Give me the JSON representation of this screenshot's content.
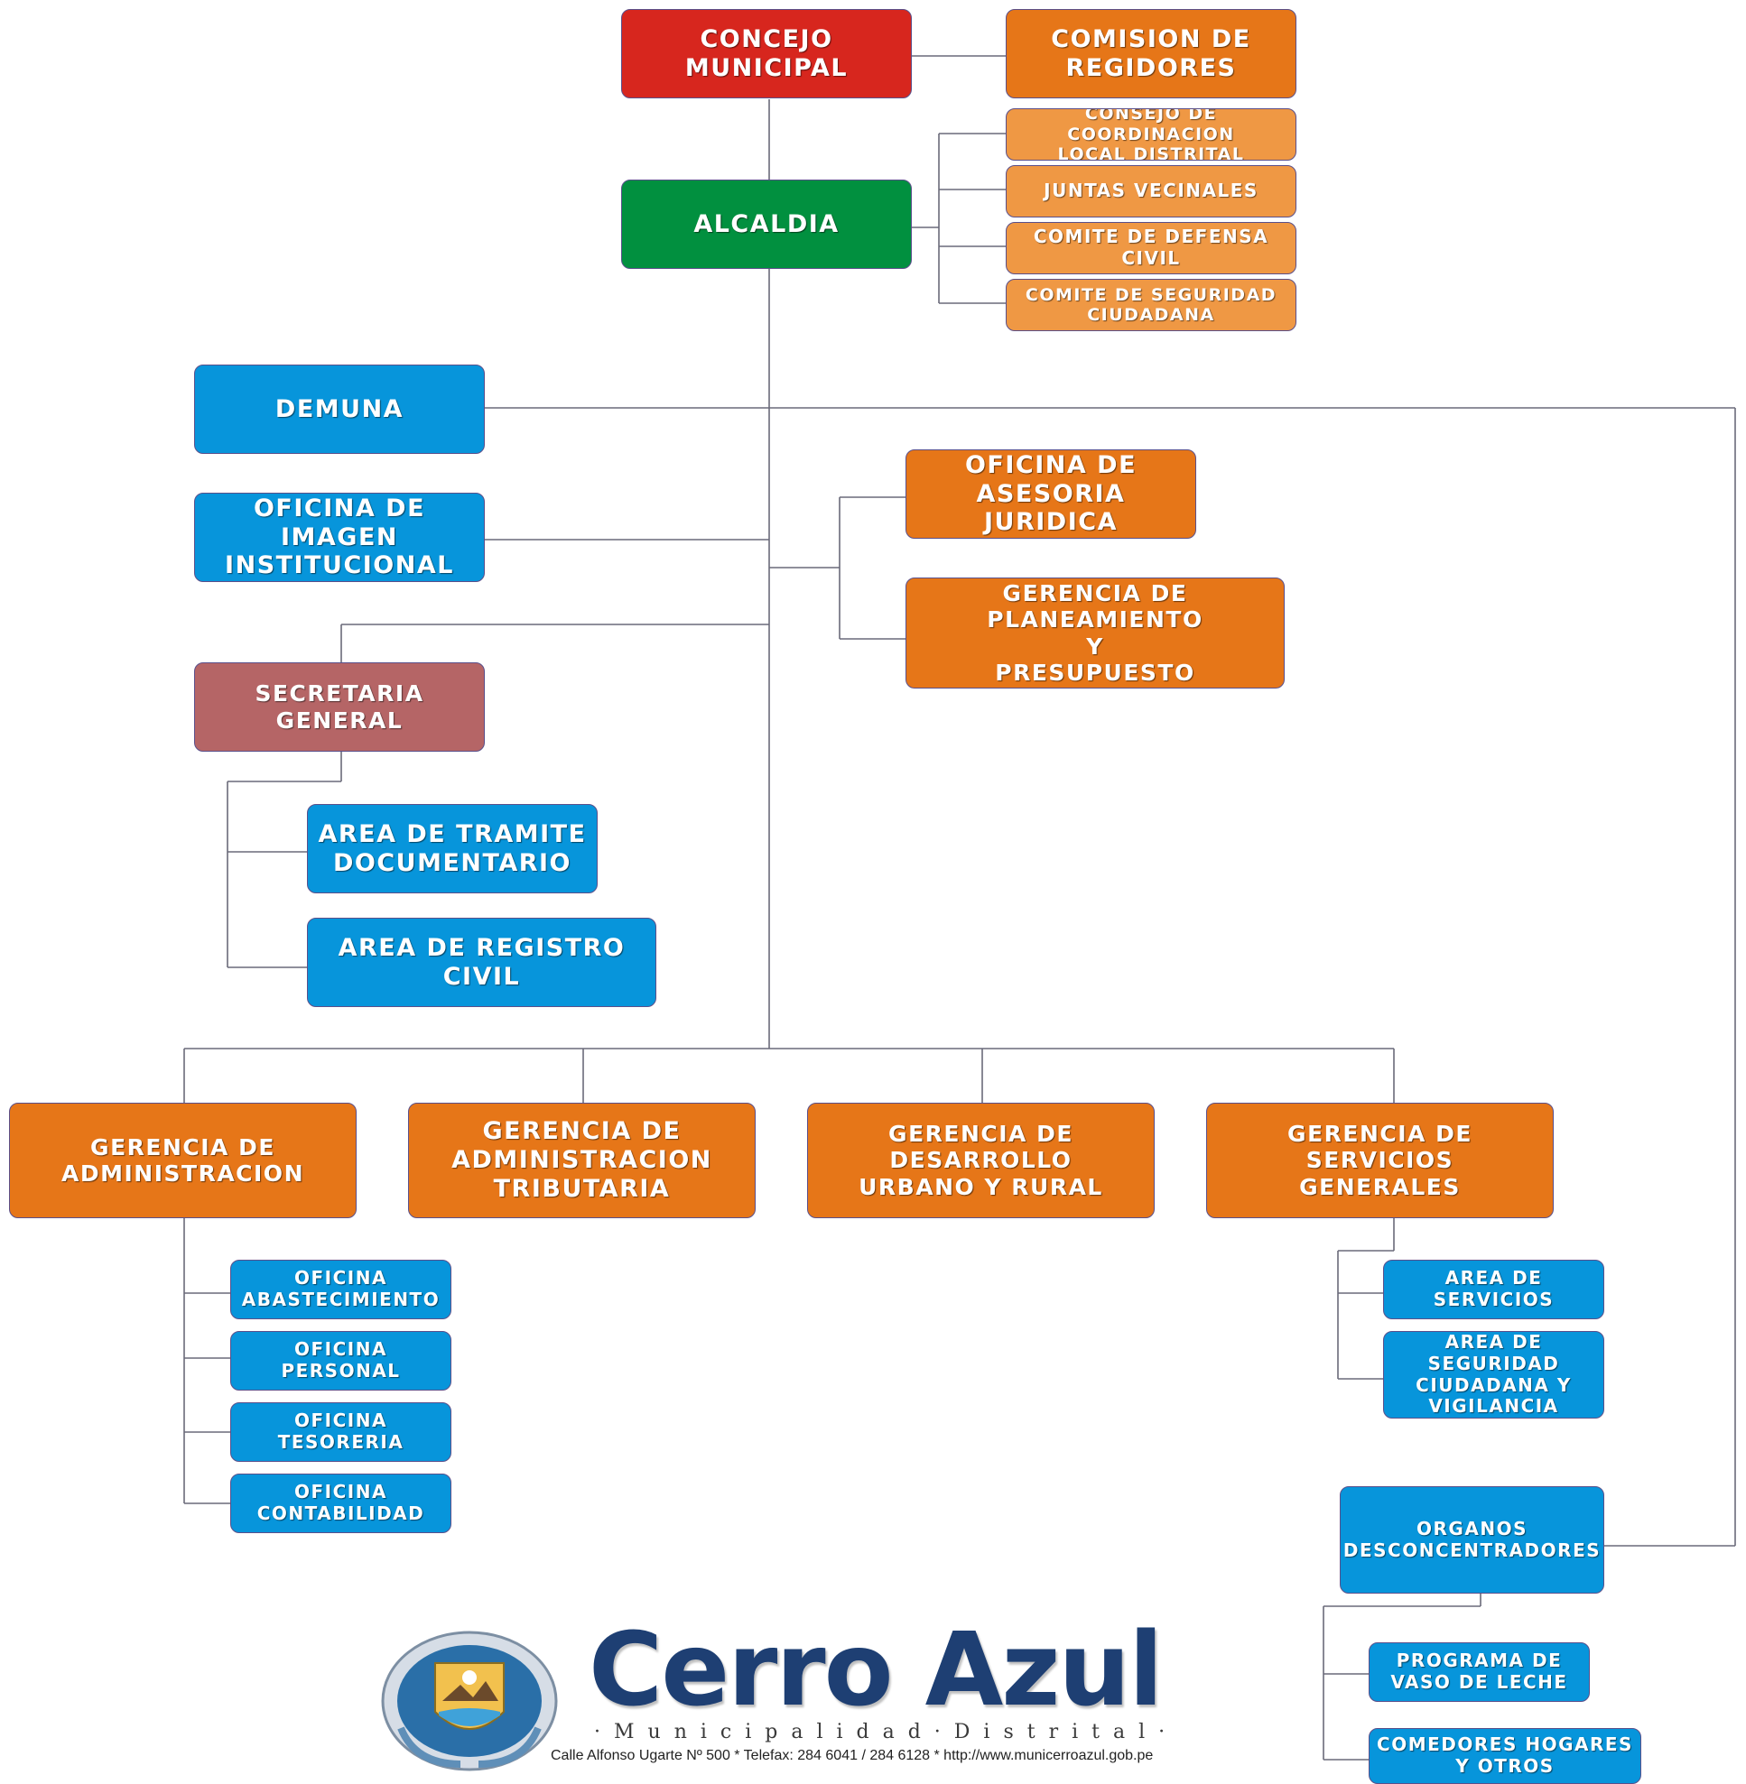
{
  "colors": {
    "line": "#6a6a7a",
    "box_border": "#5a4f8a",
    "red": "#d7261e",
    "green": "#01903f",
    "orange": "#e67618",
    "light_orange": "#ef9844",
    "blue": "#0795db",
    "rose": "#b56566"
  },
  "boxes": {
    "concejo": "CONCEJO\nMUNICIPAL",
    "comision": "COMISION DE\nREGIDORES",
    "consejo_coord": "CONSEJO DE COORDINACION\nLOCAL DISTRITAL",
    "juntas": "JUNTAS VECINALES",
    "defensa_civil": "COMITE DE DEFENSA CIVIL",
    "seguridad_ciud": "COMITE DE SEGURIDAD\nCIUDADANA",
    "alcaldia": "ALCALDIA",
    "demuna": "DEMUNA",
    "imagen": "OFICINA DE IMAGEN\nINSTITUCIONAL",
    "asesoria": "OFICINA DE\nASESORIA JURIDICA",
    "planeamiento": "GERENCIA DE PLANEAMIENTO\nY\nPRESUPUESTO",
    "secretaria": "SECRETARIA GENERAL",
    "tramite": "AREA DE TRAMITE\nDOCUMENTARIO",
    "registro": "AREA DE REGISTRO CIVIL",
    "g_admin": "GERENCIA DE\nADMINISTRACION",
    "g_tributaria": "GERENCIA DE\nADMINISTRACION\nTRIBUTARIA",
    "g_desarrollo": "GERENCIA DE DESARROLLO\nURBANO Y RURAL",
    "g_servicios": "GERENCIA DE SERVICIOS\nGENERALES",
    "of_abastecimiento": "OFICINA\nABASTECIMIENTO",
    "of_personal": "OFICINA\nPERSONAL",
    "of_tesoreria": "OFICINA\nTESORERIA",
    "of_contabilidad": "OFICINA\nCONTABILIDAD",
    "area_servicios": "AREA DE SERVICIOS",
    "area_seguridad": "AREA DE SEGURIDAD\nCIUDADANA Y\nVIGILANCIA",
    "organos": "ORGANOS\nDESCONCENTRADORES",
    "vaso_leche": "PROGRAMA DE\nVASO DE LECHE",
    "comedores": "COMEDORES HOGARES\nY OTROS"
  },
  "logo": {
    "name": "Cerro Azul",
    "subtitle": "·Municipalidad·Distrital·",
    "address": "Calle Alfonso Ugarte Nº 500 * Telefax: 284 6041 / 284 6128 * http://www.municerroazul.gob.pe"
  }
}
